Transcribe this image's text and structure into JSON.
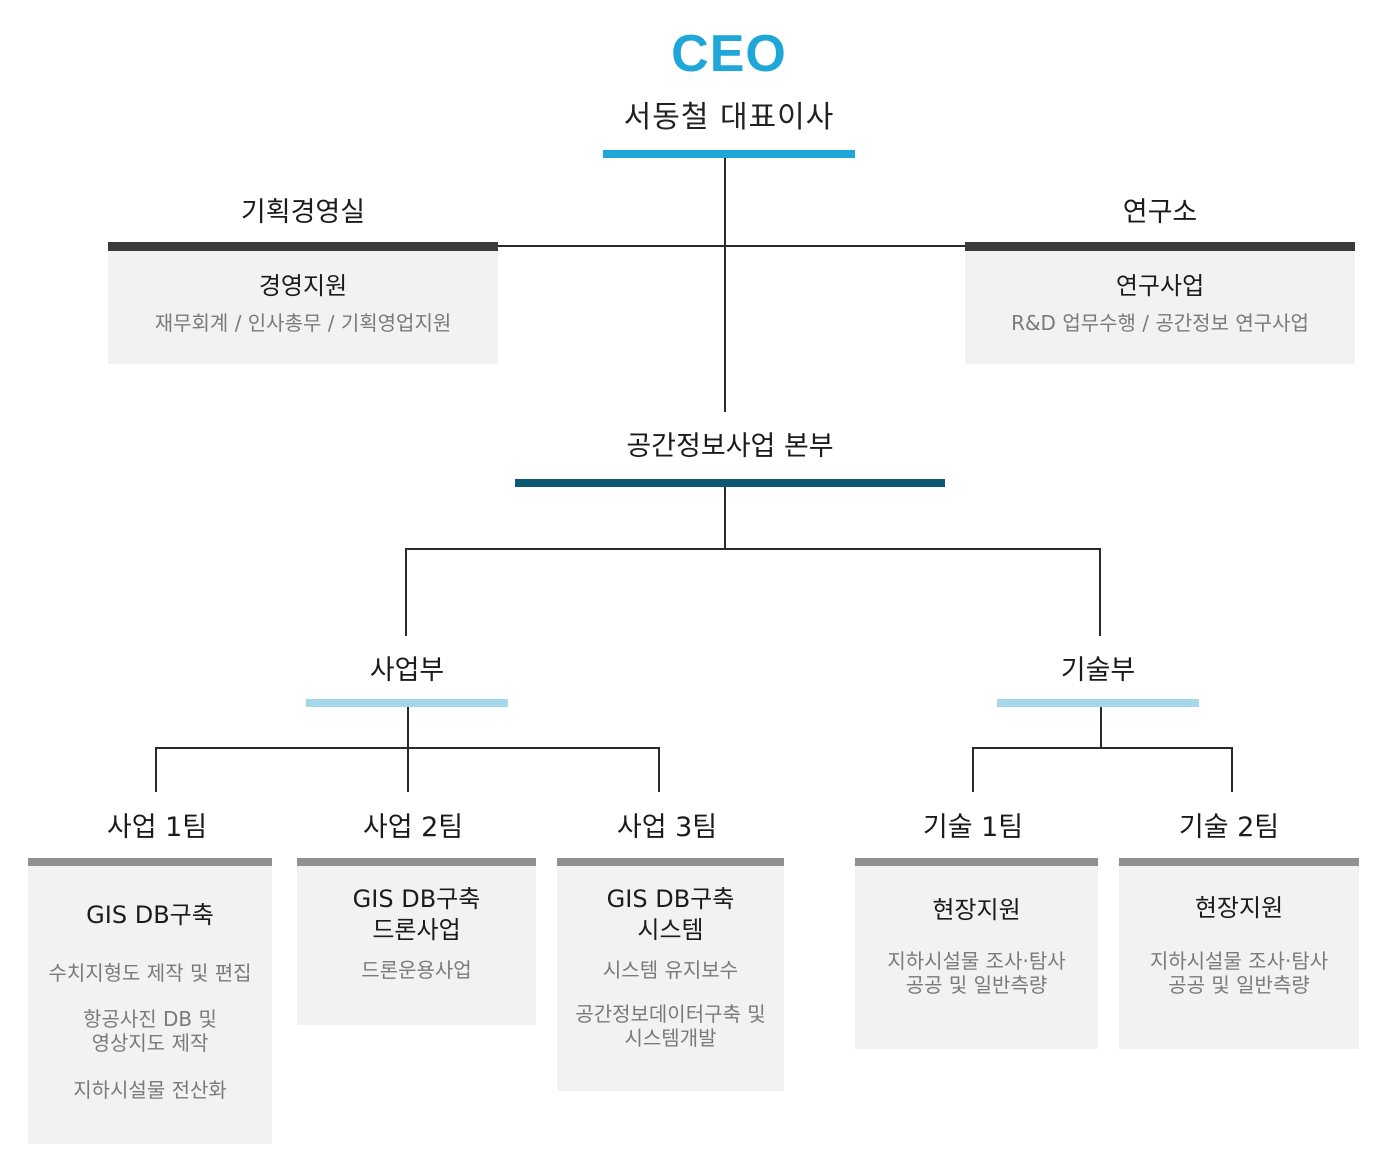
{
  "colors": {
    "ceo_accent": "#1fa7d9",
    "hq_bar": "#0c5874",
    "dept_bar": "#a5d8ea",
    "support_bar": "#3a3a3a",
    "team_bar": "#909090",
    "box_bg": "#f2f2f2",
    "connector": "#2b2b2b"
  },
  "ceo": {
    "title": "CEO",
    "name": "서동철 대표이사"
  },
  "planning": {
    "name": "기획경영실",
    "box_title": "경영지원",
    "box_desc": "재무회계 / 인사총무 / 기획영업지원"
  },
  "research": {
    "name": "연구소",
    "box_title": "연구사업",
    "box_desc": "R&D 업무수행 / 공간정보 연구사업"
  },
  "hq": {
    "name": "공간정보사업 본부"
  },
  "business_dept": {
    "name": "사업부",
    "teams": [
      {
        "name": "사업 1팀",
        "box_title": [
          "GIS DB구축"
        ],
        "items": [
          [
            "수치지형도 제작 및 편집"
          ],
          [
            "항공사진 DB 및",
            "영상지도 제작"
          ],
          [
            "지하시설물 전산화"
          ]
        ]
      },
      {
        "name": "사업 2팀",
        "box_title": [
          "GIS DB구축",
          "드론사업"
        ],
        "items": [
          [
            "드론운용사업"
          ]
        ]
      },
      {
        "name": "사업 3팀",
        "box_title": [
          "GIS DB구축",
          "시스템"
        ],
        "items": [
          [
            "시스템 유지보수"
          ],
          [
            "공간정보데이터구축 및",
            "시스템개발"
          ]
        ]
      }
    ]
  },
  "tech_dept": {
    "name": "기술부",
    "teams": [
      {
        "name": "기술 1팀",
        "box_title": [
          "현장지원"
        ],
        "items": [
          [
            "지하시설물 조사·탐사",
            "공공 및 일반측량"
          ]
        ]
      },
      {
        "name": "기술 2팀",
        "box_title": [
          "현장지원"
        ],
        "items": [
          [
            "지하시설물 조사·탐사",
            "공공 및 일반측량"
          ]
        ]
      }
    ]
  }
}
